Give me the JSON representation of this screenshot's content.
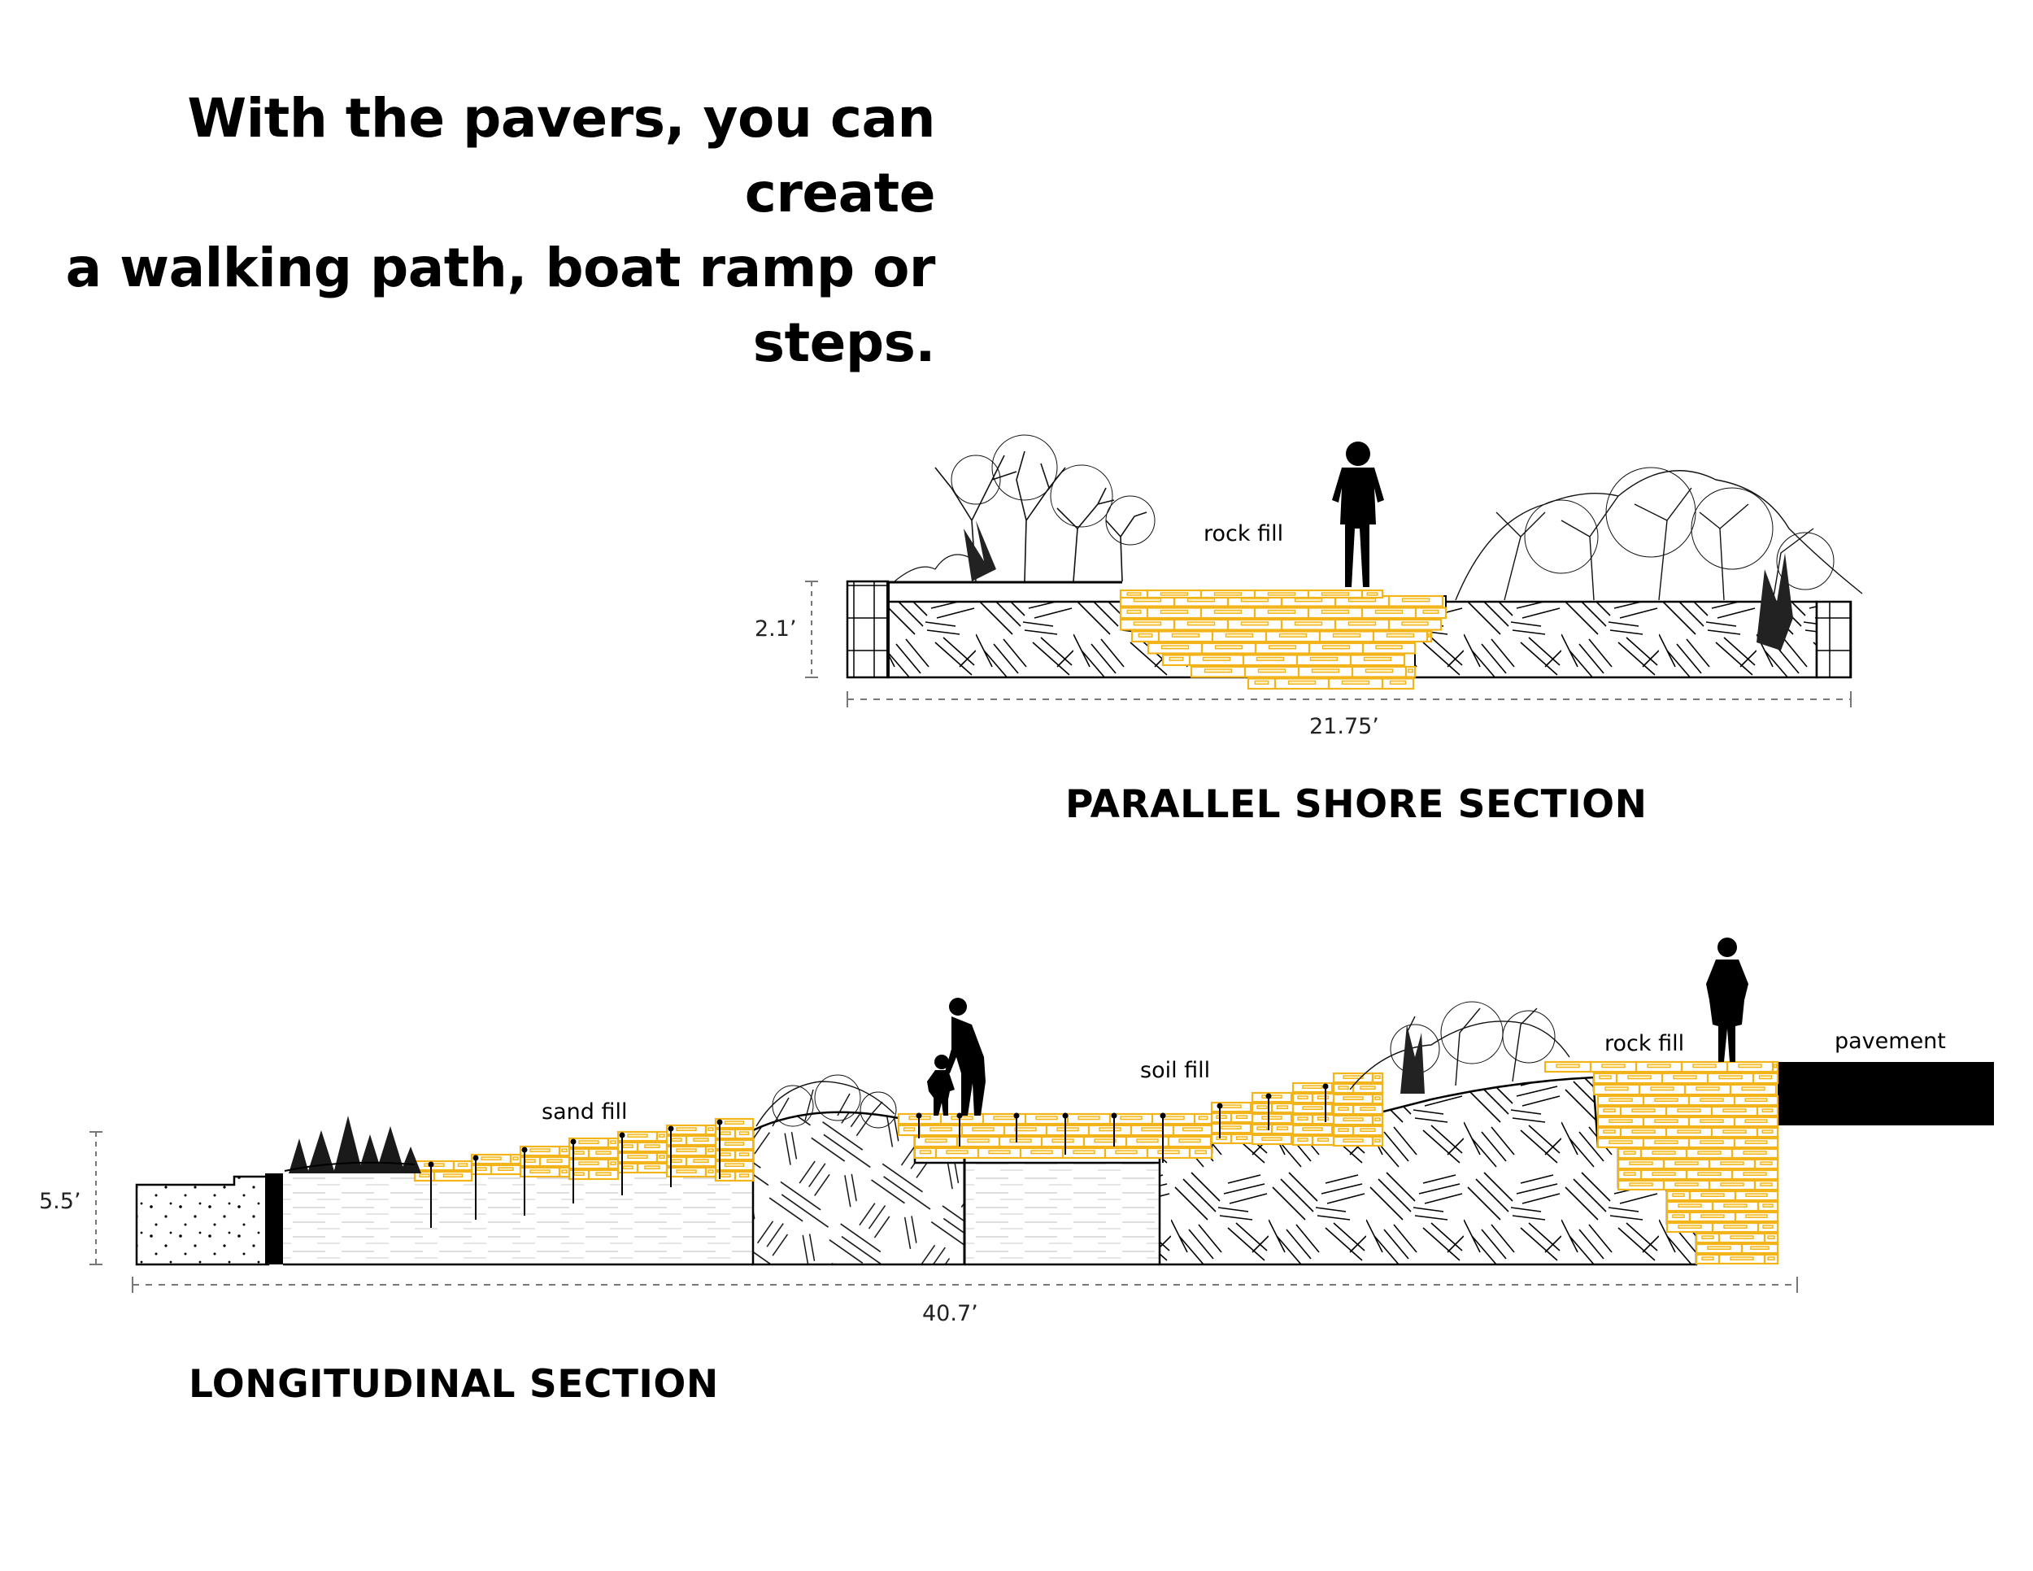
{
  "headline": {
    "line1": "With the pavers, you can create",
    "line2": "a walking path, boat ramp or",
    "line3": "steps."
  },
  "parallel_section": {
    "title": "PARALLEL SHORE SECTION",
    "fill_label": "rock fill",
    "height_dim": "2.1’",
    "width_dim": "21.75’"
  },
  "longitudinal_section": {
    "title": "LONGITUDINAL SECTION",
    "labels": {
      "sand": "sand fill",
      "soil": "soil fill",
      "rock": "rock fill",
      "pavement": "pavement"
    },
    "height_dim": "5.5’",
    "width_dim": "40.7’"
  },
  "colors": {
    "paver": "#f2b418",
    "paver_fill": "#fff3c4",
    "ink": "#000000",
    "dimension": "#777777"
  }
}
